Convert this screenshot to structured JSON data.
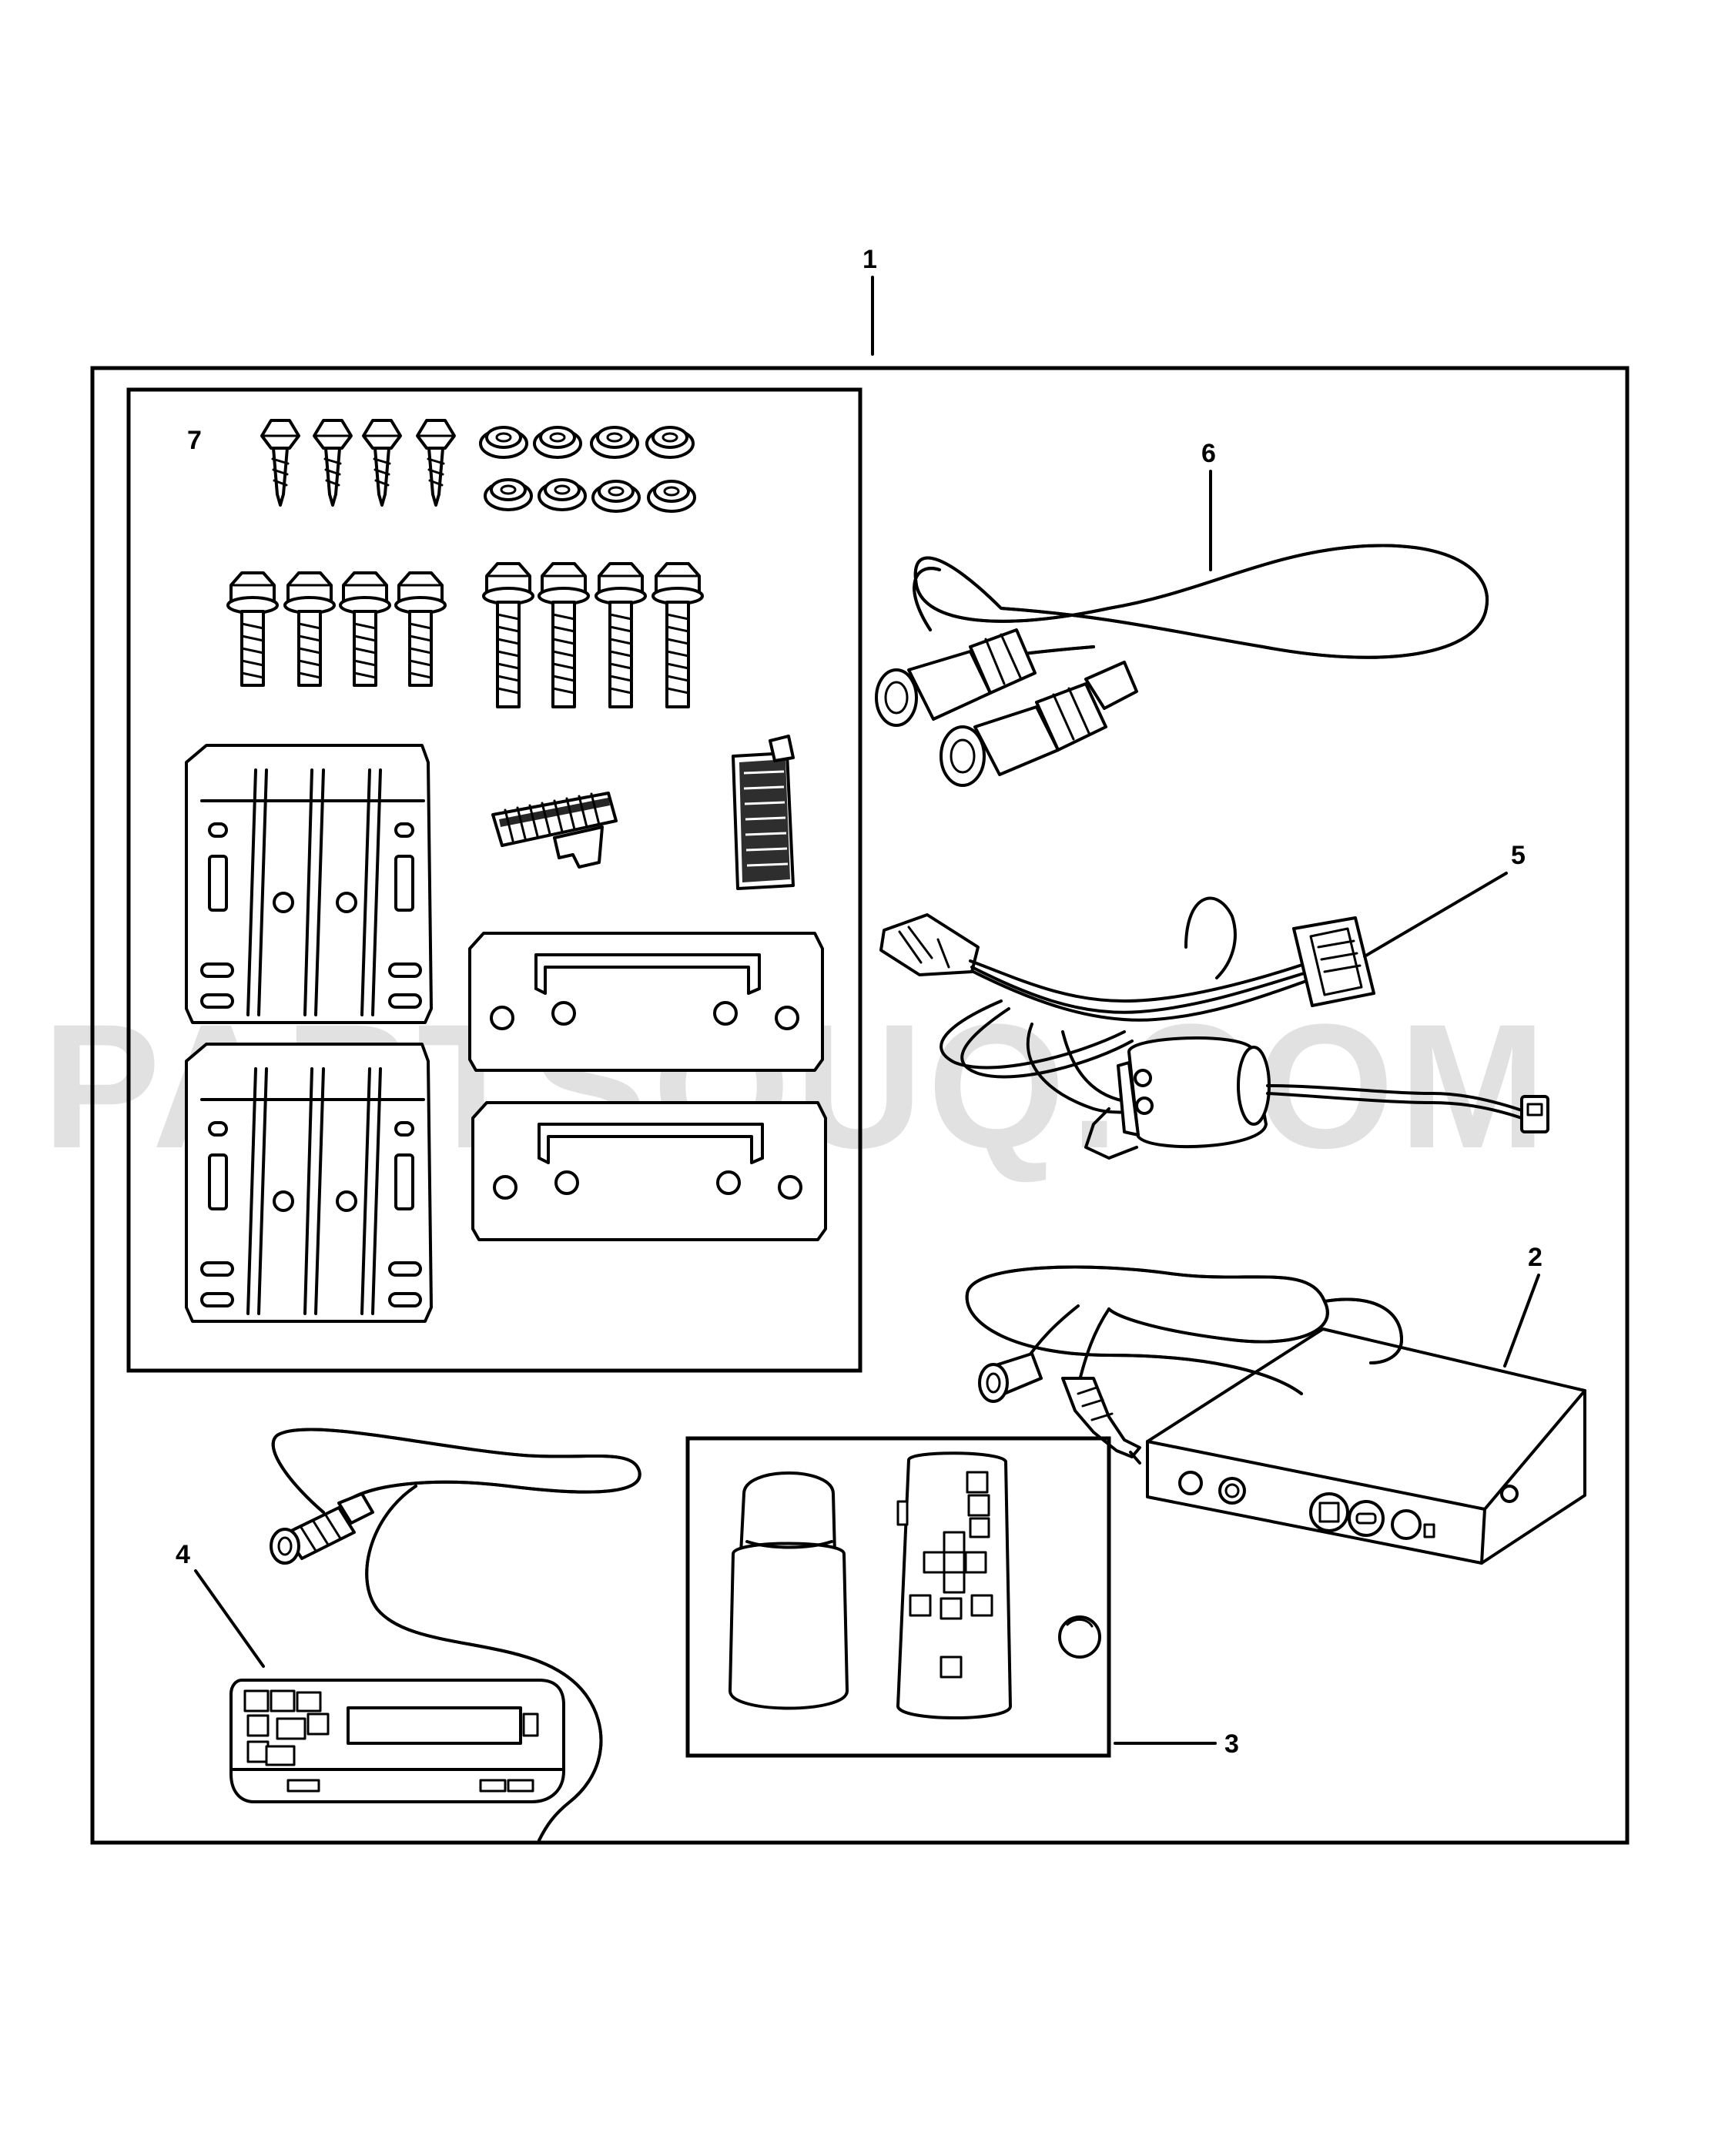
{
  "callouts": {
    "c1": "1",
    "c2": "2",
    "c3": "3",
    "c4": "4",
    "c5": "5",
    "c6": "6",
    "c7": "7"
  },
  "watermark": "PARTSOUQ.COM",
  "colors": {
    "line": "#000000",
    "background": "#ffffff",
    "watermark": "#c9c9c9"
  }
}
